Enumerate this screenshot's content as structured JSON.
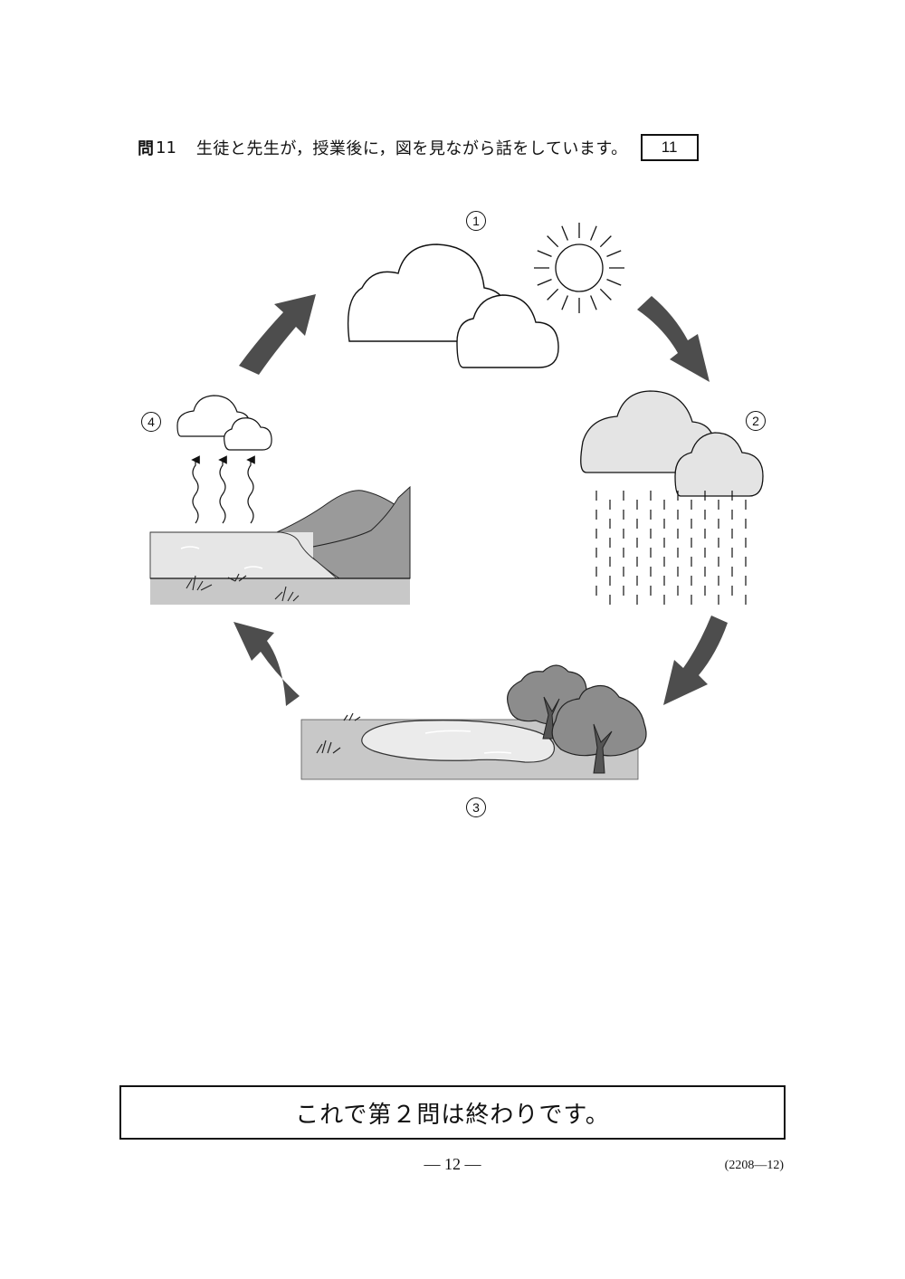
{
  "question": {
    "label": "問",
    "number": "11",
    "text": "生徒と先生が，授業後に，図を見ながら話をしています。",
    "answer_box": "11"
  },
  "diagram": {
    "stage_labels": [
      "1",
      "2",
      "3",
      "4"
    ]
  },
  "footer": {
    "end_notice": "これで第２問は終わりです。",
    "page_number": "― 12 ―",
    "page_code": "(2208―12)"
  }
}
